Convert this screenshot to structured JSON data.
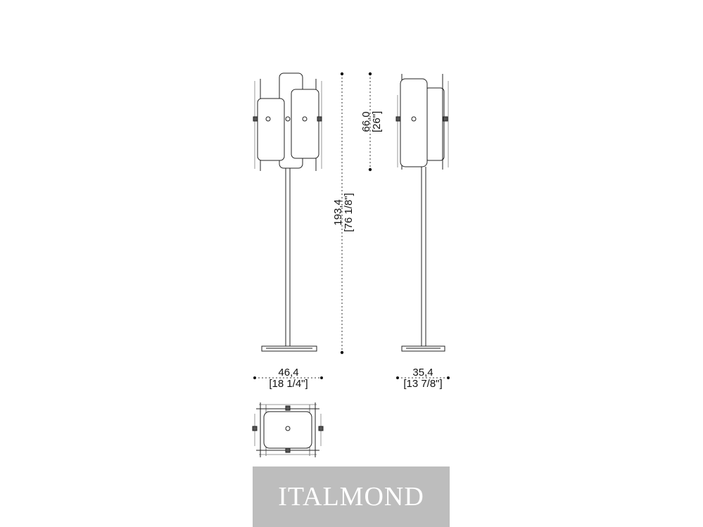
{
  "dimensions": {
    "total_height": {
      "cm": "193,4",
      "in": "[76 1/8\"]"
    },
    "shade_height": {
      "cm": "66,0",
      "in": "[26\"]"
    },
    "front_width": {
      "cm": "46,4",
      "in": "[18 1/4\"]"
    },
    "side_width": {
      "cm": "35,4",
      "in": "[13 7/8\"]"
    }
  },
  "brand": {
    "name": "ITALMOND",
    "background": "#bdbdbd",
    "text_color": "#ffffff"
  },
  "colors": {
    "line": "#222222",
    "shade_fill": "#ffffff"
  }
}
